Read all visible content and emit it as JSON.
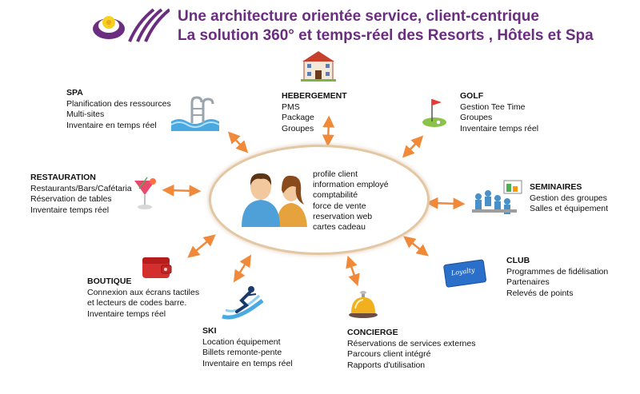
{
  "header": {
    "title_line1": "Une architecture orientée service, client-centrique",
    "title_line2": "La solution 360° et temps-réel des Resorts , Hôtels et Spa",
    "title_color": "#6b2d7f"
  },
  "center": {
    "icon": "users-icon",
    "items": [
      "profile client",
      "information employé",
      "comptabilité",
      "force de vente",
      "reservation web",
      "cartes cadeau"
    ]
  },
  "modules": {
    "hebergement": {
      "title": "HEBERGEMENT",
      "icon": "hotel-icon",
      "items": [
        "PMS",
        "Package",
        "Groupes"
      ]
    },
    "golf": {
      "title": "GOLF",
      "icon": "golf-flag-icon",
      "items": [
        "Gestion Tee Time",
        "Groupes",
        "Inventaire temps réel"
      ]
    },
    "spa": {
      "title": "SPA",
      "icon": "pool-ladder-icon",
      "items": [
        "Planification des ressources",
        "Multi-sites",
        "Inventaire en temps réel"
      ]
    },
    "restauration": {
      "title": "RESTAURATION",
      "icon": "cocktail-icon",
      "items": [
        "Restaurants/Bars/Cafétaria",
        "Réservation de tables",
        "Inventaire temps réel"
      ]
    },
    "seminaires": {
      "title": "SEMINAIRES",
      "icon": "meeting-icon",
      "items": [
        "Gestion des groupes",
        "Salles et équipement"
      ]
    },
    "boutique": {
      "title": "BOUTIQUE",
      "icon": "wallet-icon",
      "items": [
        "Connexion aux écrans tactiles",
        "et lecteurs de codes barre.",
        "Inventaire temps réel"
      ]
    },
    "club": {
      "title": "CLUB",
      "icon": "loyalty-card-icon",
      "card_text": "Loyalty",
      "items": [
        "Programmes de fidélisation",
        "Partenaires",
        "Relevés de points"
      ]
    },
    "ski": {
      "title": "SKI",
      "icon": "skier-icon",
      "items": [
        "Location équipement",
        "Billets remonte-pente",
        "Inventaire en temps réel"
      ]
    },
    "concierge": {
      "title": "CONCIERGE",
      "icon": "service-bell-icon",
      "items": [
        "Réservations de services externes",
        "Parcours client intégré",
        "Rapports d'utilisation"
      ]
    }
  },
  "colors": {
    "arrow": "#f08a3a",
    "ring": "#e3c7a3",
    "accent": "#6b2d7f"
  }
}
